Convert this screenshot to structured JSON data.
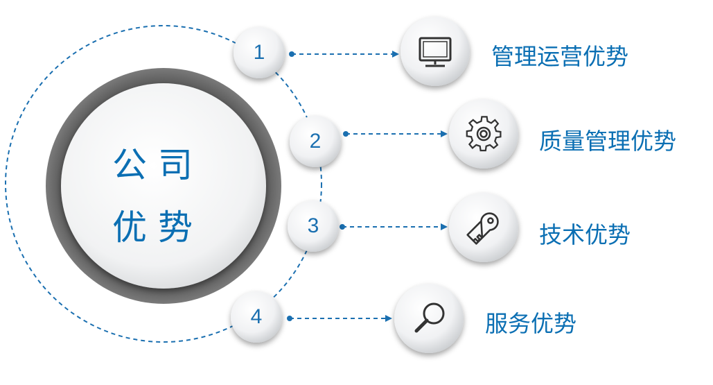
{
  "center": {
    "line1": "公司",
    "line2": "优势"
  },
  "items": [
    {
      "number": "1",
      "label": "管理运营优势",
      "icon": "monitor-icon"
    },
    {
      "number": "2",
      "label": "质量管理优势",
      "icon": "gear-icon"
    },
    {
      "number": "3",
      "label": "技术优势",
      "icon": "key-icon"
    },
    {
      "number": "4",
      "label": "服务优势",
      "icon": "magnifier-icon"
    }
  ],
  "colors": {
    "accent": "#0b6fb3",
    "ring": "#666666",
    "dash": "#1a6fb0"
  }
}
